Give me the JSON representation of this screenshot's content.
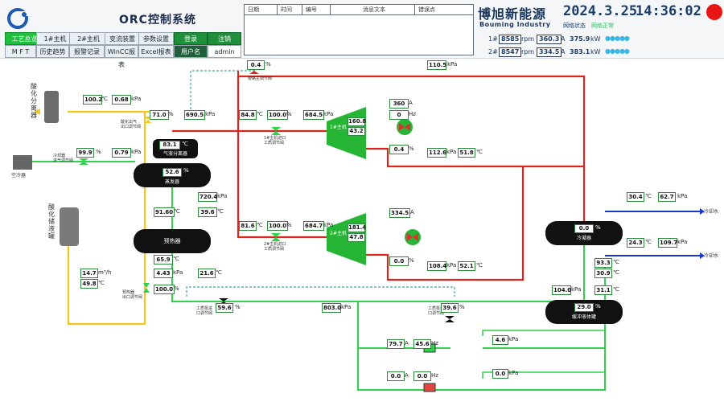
{
  "header": {
    "system_title": "ORC控制系统",
    "nav_row1": [
      "工艺总览",
      "1#主机",
      "2#主机",
      "变流装置",
      "参数设置",
      "登录",
      "注销"
    ],
    "nav_row2": [
      "M F T",
      "历史趋势",
      "报警记录",
      "WinCC报表",
      "Excel报表",
      "用户名",
      "admin"
    ],
    "alarm_columns": [
      "日期",
      "时间",
      "编号",
      "消息文本",
      "错误点"
    ],
    "brand_cn": "博旭新能源",
    "brand_en": "Bouming Industry",
    "date": "2024.3.25",
    "time": "14:36:02",
    "net_label": "网络状态",
    "net_value": "网络正常",
    "units": [
      {
        "name": "1#",
        "rpm": "8585",
        "rpm_unit": "rpm",
        "p": "360.3",
        "a_unit": "A",
        "kw": "375.9",
        "kw_unit": "kW",
        "dots": "●●●●●"
      },
      {
        "name": "2#",
        "rpm": "8547",
        "rpm_unit": "rpm",
        "p": "334.5",
        "a_unit": "A",
        "kw": "383.1",
        "kw_unit": "kW",
        "dots": "●●●●●"
      }
    ]
  },
  "labels": {
    "evaporator_sep": "气液分离器",
    "evaporator": "蒸发器",
    "preheater": "预热器",
    "condenser": "冷凝器",
    "buffer_tank": "缓冲液体罐",
    "turbine1": "1#主机",
    "turbine2": "2#主机",
    "left_top_vessel": "酸化分离器",
    "left_mid_equip": "空冷器",
    "left_bottom_tank": "酸化储液罐",
    "cooling_out1": "冷却水",
    "cooling_out2": "冷却水",
    "valve_src_out": "酸化出气\n出口调节阀",
    "valve_hot": "冷却器\n进气调节阀",
    "valve_preheat_out": "预热器\n出口调节阀",
    "valve_t1_inlet": "1#主机进口\n工质调节阀",
    "valve_t2_inlet": "2#主机进口\n工质调节阀",
    "valve_bypass_top": "旁路主调节阀",
    "valve_pump_out": "工质泵出\n口调节阀",
    "valve_pump_in": "工质泵进\n口调节阀"
  },
  "values": {
    "top_bypass_pct": "0.4",
    "t1_inlet_kpa": "110.5",
    "src_temp": "100.2",
    "src_kpa": "0.68",
    "src_valve_pct": "71.0",
    "evap_kpa": "690.5",
    "evap_temp": "83.1",
    "evap_level": "52.6",
    "cool_valve_pct": "99.9",
    "cool_kpa": "0.79",
    "t1_temp_in": "84.8",
    "t1_valve_pct": "100.0",
    "t1_press_in": "684.5",
    "t1_current": "360",
    "t1_freq": "0",
    "t1_box1": "160.8",
    "t1_box2": "43.2",
    "t1_bypass_pct": "0.4",
    "t1_out_kpa": "112.6",
    "t1_out_temp": "51.8",
    "pre_kpa": "720.4",
    "pre_temp_a": "91.60",
    "pre_temp_b": "39.6",
    "t2_temp_in": "81.6",
    "t2_valve_pct": "100.0",
    "t2_press_in": "684.7",
    "t2_current": "334.5",
    "t2_box1": "181.4",
    "t2_box2": "47.8",
    "t2_bypass_pct": "0.0",
    "t2_out_kpa": "108.4",
    "t2_out_temp": "52.1",
    "flow": "14.7",
    "flow_temp": "49.8",
    "pre_out_temp": "65.9",
    "pre_out_kpa": "4.43",
    "pre_out_temp2": "21.6",
    "pre_valve_pct": "100.0",
    "cond_level": "0.0",
    "cw_in_temp": "30.4",
    "cw_in_kpa": "62.7",
    "cw_out_temp": "24.3",
    "cw_out_kpa": "109.7",
    "cond_temp": "93.3",
    "cond_temp2": "30.9",
    "buf_kpa": "104.0",
    "buf_temp": "31.1",
    "buf_level": "29.0",
    "pump_in_pct": "59.6",
    "pump_kpa": "803.0",
    "pump_out_pct": "39.6",
    "pump1_a": "79.7",
    "pump1_hz": "45.6",
    "pump1_kpa": "4.6",
    "pump2_a": "0.0",
    "pump2_hz": "0.0",
    "pump2_kpa": "0.0"
  },
  "units": {
    "c": "℃",
    "kpa": "kPa",
    "pct": "%",
    "a": "A",
    "hz": "Hz",
    "flow": "m³/h",
    "kw": "kW",
    "rpm": "rpm"
  },
  "colors": {
    "hot_line": "#d9251d",
    "work_line": "#2fd34b",
    "heat_line": "#f5c51c",
    "cool_line": "#1638c8",
    "dash_line": "#48a5a8",
    "vessel": "#111111",
    "turbine": "#27b536"
  }
}
